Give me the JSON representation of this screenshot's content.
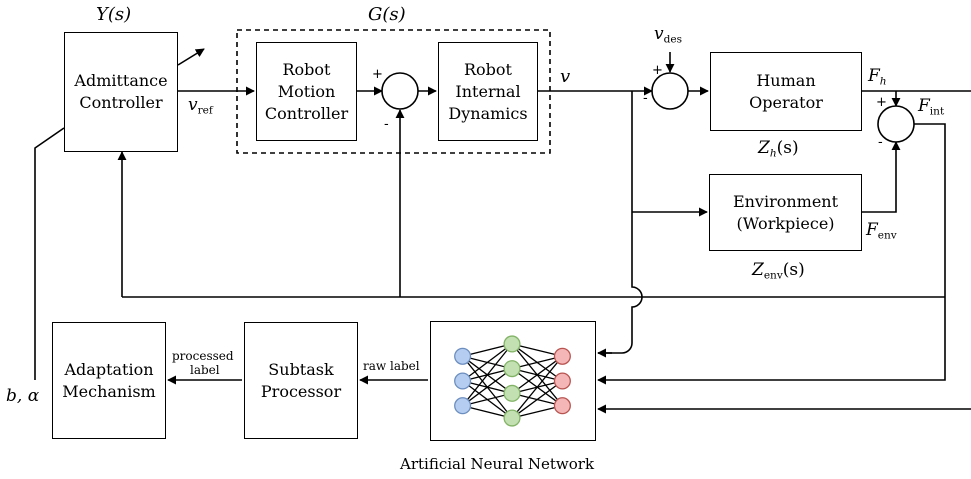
{
  "blocks": {
    "admittance": "Admittance\nController",
    "motion": "Robot\nMotion\nController",
    "internal": "Robot\nInternal\nDynamics",
    "human": "Human\nOperator",
    "environment": "Environment\n(Workpiece)",
    "adaptation": "Adaptation\nMechanism",
    "subtask": "Subtask\nProcessor"
  },
  "labels": {
    "Y": "Y(s)",
    "G": "G(s)",
    "v": "v",
    "vref_main": "v",
    "vref_sub": "ref",
    "vdes_main": "v",
    "vdes_sub": "des",
    "Fh_main": "F",
    "Fh_sub": "h",
    "Fint_main": "F",
    "Fint_sub": "int",
    "Fenv_main": "F",
    "Fenv_sub": "env",
    "Zh_main": "Z",
    "Zh_sub": "h",
    "Zh_tail": "(s)",
    "Zenv_main": "Z",
    "Zenv_sub": "env",
    "Zenv_tail": "(s)",
    "b_alpha": "b, α",
    "processed": "processed",
    "label": "label",
    "raw_label": "raw label",
    "ann": "Artificial Neural Network"
  },
  "signs": {
    "sum1_plus": "+",
    "sum1_minus": "-",
    "sum2_plus": "+",
    "sum2_minus": "-",
    "sum3_plus": "+",
    "sum3_minus": "-"
  },
  "network": {
    "layers": [
      3,
      4,
      3
    ],
    "colors": [
      "#b4cdf0",
      "#c3e0b2",
      "#f4b6b6"
    ],
    "strokes": [
      "#6c8ebf",
      "#82b366",
      "#b85450"
    ]
  }
}
